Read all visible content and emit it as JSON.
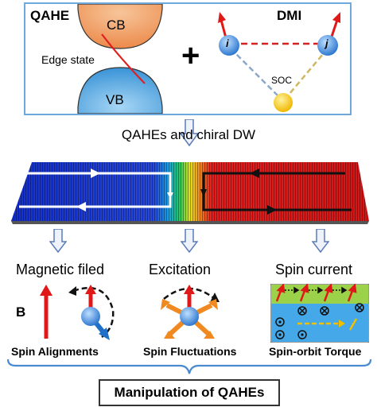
{
  "top_panel": {
    "qahe_label": "QAHE",
    "cb_label": "CB",
    "vb_label": "VB",
    "edge_state_label": "Edge state",
    "plus_sign": "+",
    "dmi_label": "DMI",
    "spin_i_label": "i",
    "spin_j_label": "j",
    "soc_label": "SOC"
  },
  "middle": {
    "caption": "QAHEs and chiral DW"
  },
  "mechanisms": [
    {
      "title": "Magnetic filed",
      "field_label": "B",
      "caption": "Spin Alignments"
    },
    {
      "title": "Excitation",
      "caption": "Spin Fluctuations"
    },
    {
      "title": "Spin current",
      "caption": "Spin-orbit Torque"
    }
  ],
  "bottom": {
    "result_label": "Manipulation of QAHEs"
  },
  "colors": {
    "frame_blue": "#6fa8dc",
    "cb_orange": "#f4a46a",
    "vb_blue": "#6ab4e8",
    "edge_red": "#e02020",
    "spin_arrow_red": "#e01818",
    "soc_yellow": "#f5c400",
    "domain_blue": "#1f3fd0",
    "domain_red": "#e02020",
    "down_arrow_fill": "#dde6f5",
    "down_arrow_stroke": "#5a7bb8",
    "brace_blue": "#4a8ad0",
    "spin_torque_green": "#9bd24a",
    "spin_torque_blue": "#45a8e8"
  }
}
